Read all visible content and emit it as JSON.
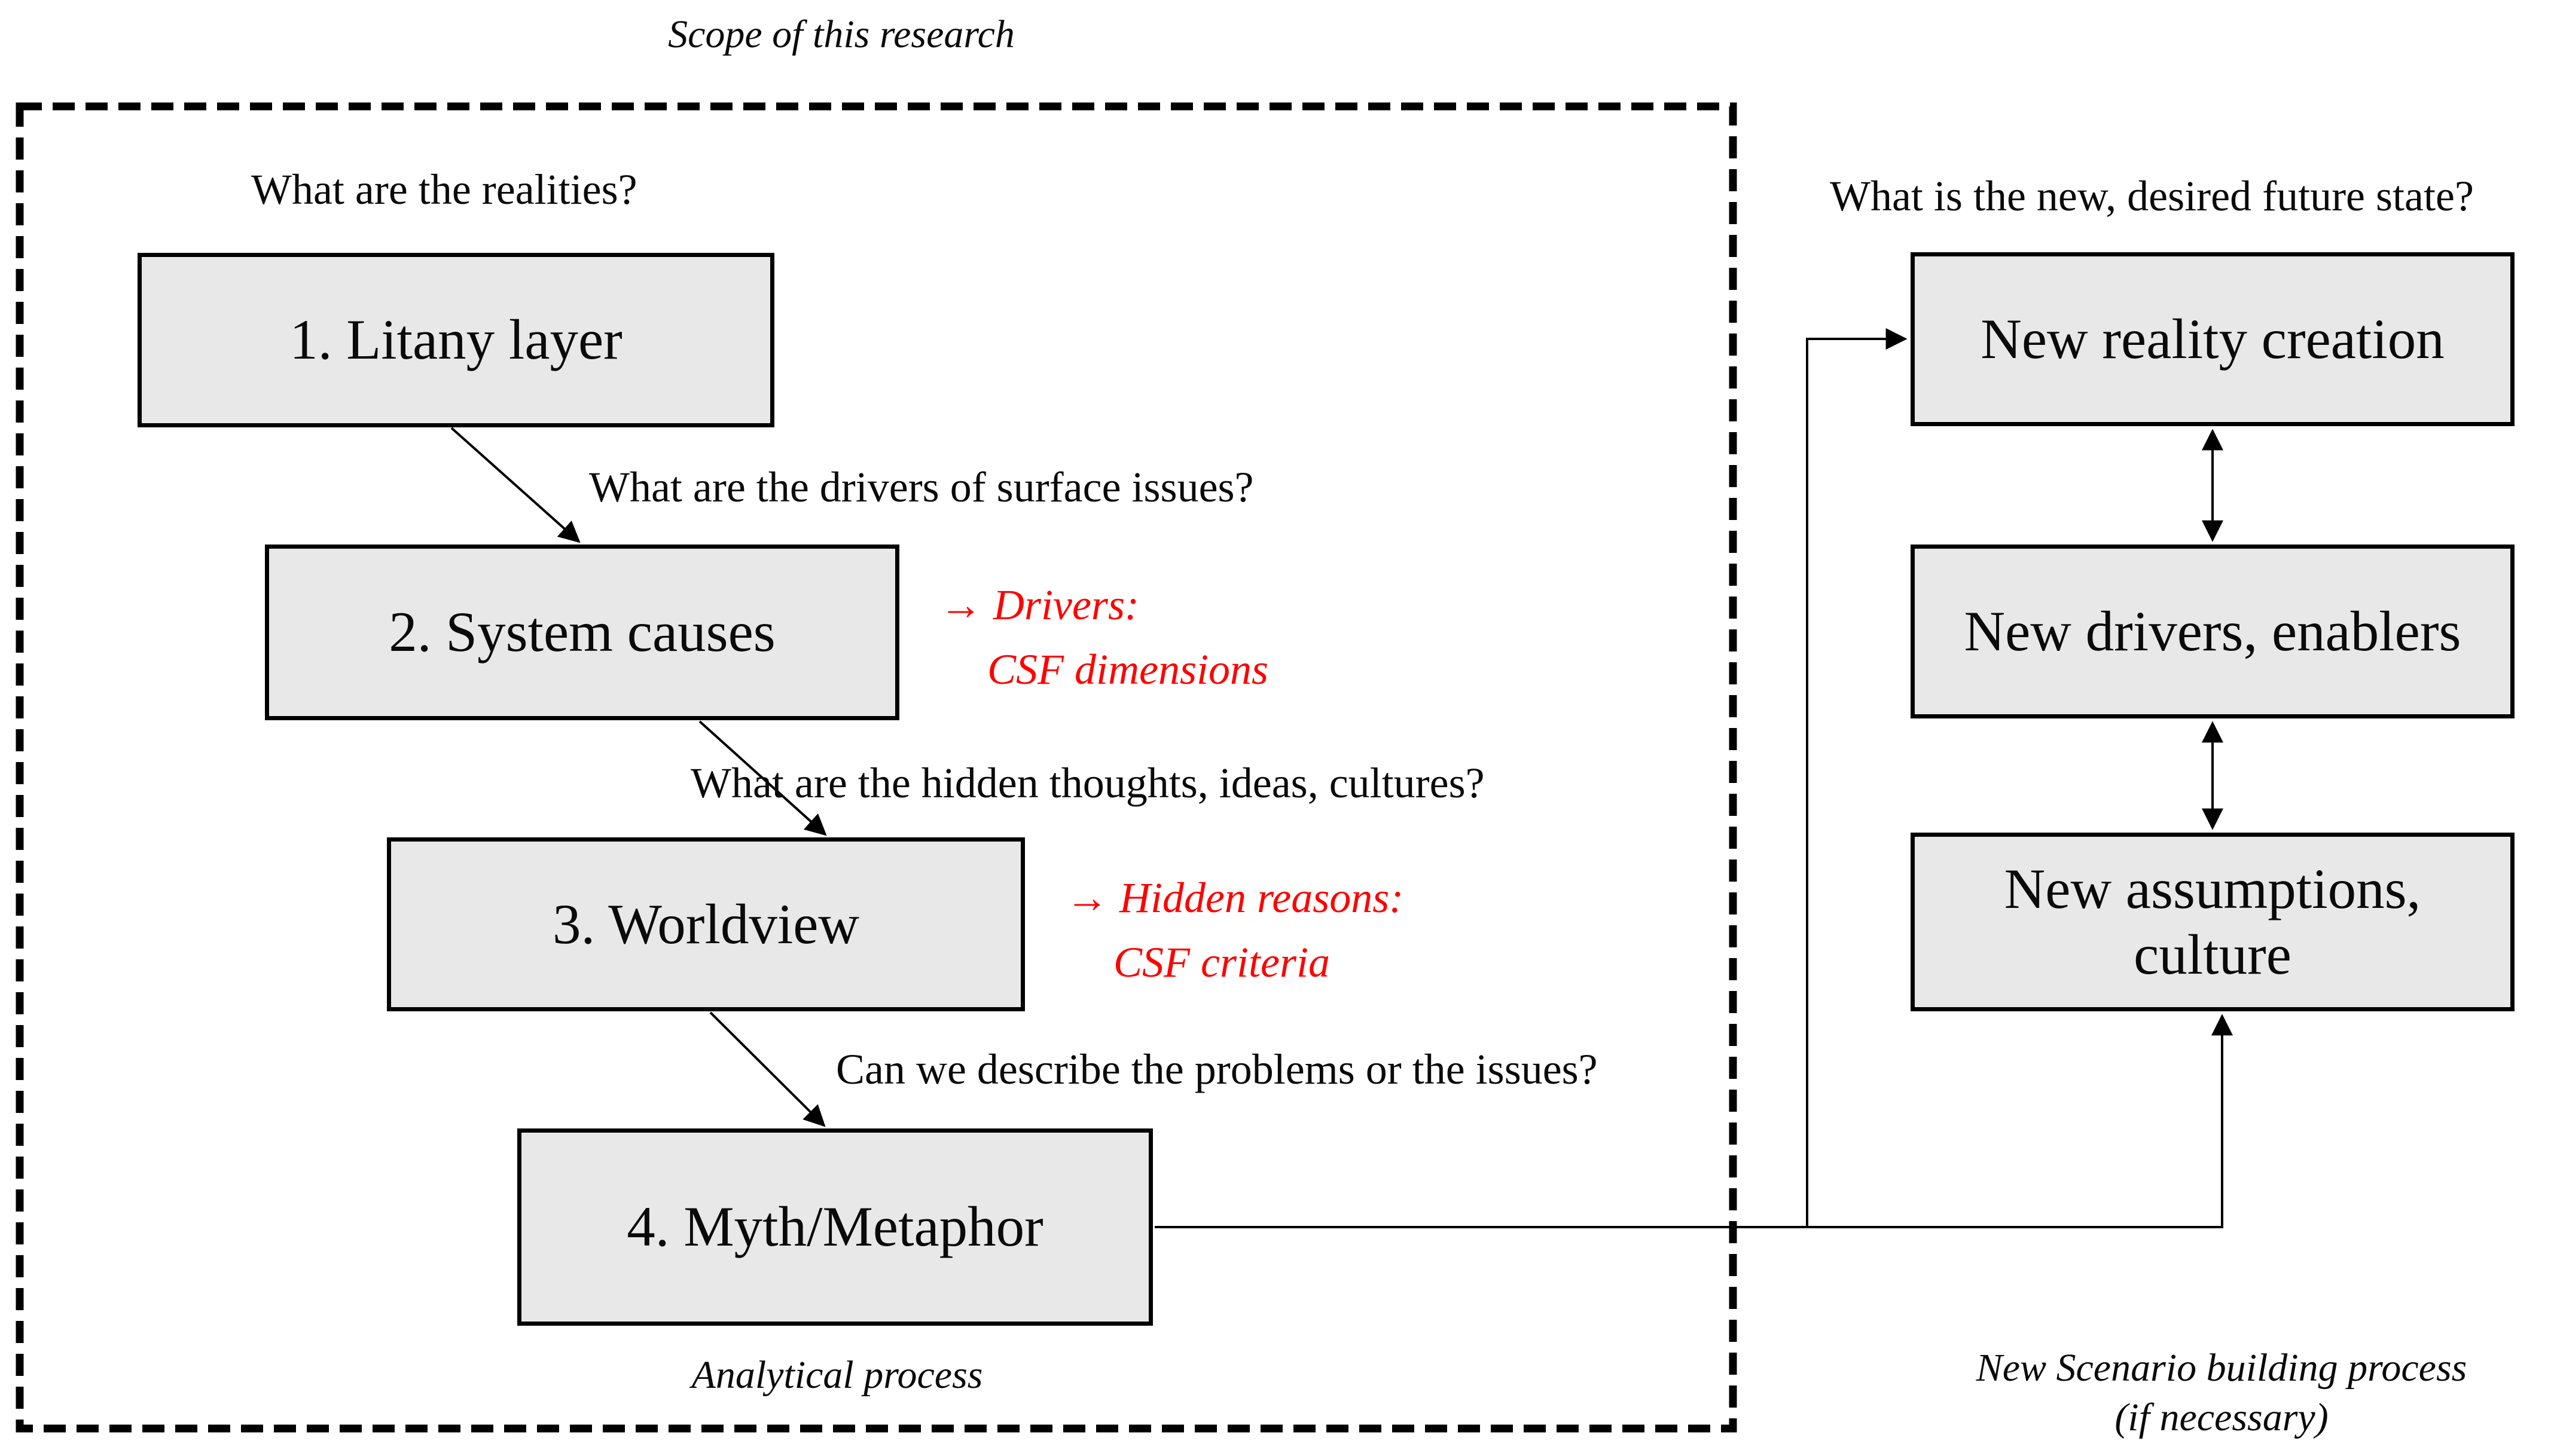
{
  "title": "Scope of this research",
  "questions": {
    "q1": "What are the realities?",
    "q2": "What are the drivers of surface issues?",
    "q3": "What are the hidden thoughts, ideas, cultures?",
    "q4": "Can we describe the problems or the issues?",
    "q_right": "What is the new, desired future state?"
  },
  "layers": [
    {
      "label": "1. Litany layer"
    },
    {
      "label": "2. System causes"
    },
    {
      "label": "3. Worldview"
    },
    {
      "label": "4. Myth/Metaphor"
    }
  ],
  "scenario_boxes": [
    {
      "label": "New reality creation"
    },
    {
      "label": "New drivers, enablers"
    },
    {
      "label": "New assumptions,\nculture"
    }
  ],
  "annotations": [
    {
      "arrow": "→",
      "lead": "Drivers:",
      "detail": "CSF dimensions"
    },
    {
      "arrow": "→",
      "lead": "Hidden reasons:",
      "detail": "CSF criteria"
    }
  ],
  "captions": {
    "analytical": "Analytical process",
    "scenario_line1": "New Scenario building process",
    "scenario_line2": "(if necessary)"
  },
  "colors": {
    "box_fill": "#e8e8e8",
    "line": "#000000",
    "annotation_red": "#ff0000"
  }
}
